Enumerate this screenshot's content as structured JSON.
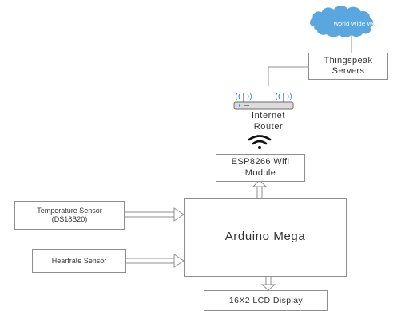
{
  "diagram": {
    "cloud_label": "World Wide Web",
    "nodes": {
      "thingspeak": "Thingspeak\nServers",
      "router": "Internet\nRouter",
      "esp": "ESP8266 Wifi\nModule",
      "arduino": "Arduino Mega",
      "temp_sensor": "Temperature Sensor\n(DS18B20)",
      "heartrate_sensor": "Heartrate Sensor",
      "lcd": "16X2 LCD Display"
    }
  },
  "colors": {
    "cloud": "#5aa7e0",
    "box_border": "#8e8e8e",
    "arrow": "#8e8e8e",
    "router_body": "#dcdcdc",
    "router_light": "#2a7fd4"
  },
  "icons": [
    "cloud-icon",
    "router-icon",
    "wifi-icon"
  ]
}
